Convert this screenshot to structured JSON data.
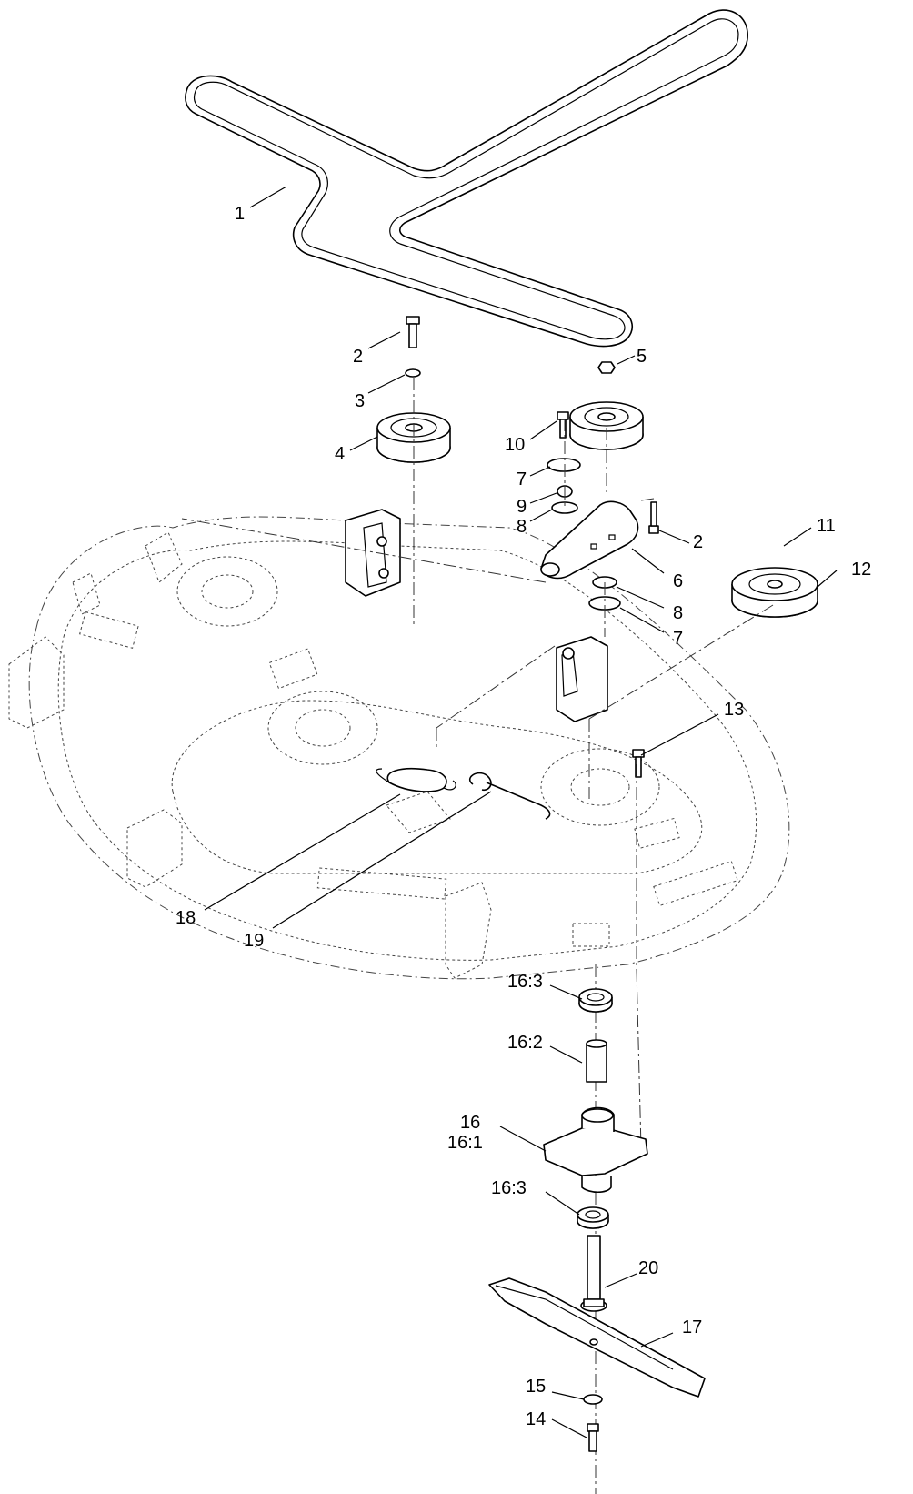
{
  "callouts": [
    {
      "id": "c1",
      "label": "1"
    },
    {
      "id": "c2a",
      "label": "2"
    },
    {
      "id": "c2b",
      "label": "2"
    },
    {
      "id": "c3",
      "label": "3"
    },
    {
      "id": "c4",
      "label": "4"
    },
    {
      "id": "c5",
      "label": "5"
    },
    {
      "id": "c6",
      "label": "6"
    },
    {
      "id": "c7a",
      "label": "7"
    },
    {
      "id": "c7b",
      "label": "7"
    },
    {
      "id": "c8a",
      "label": "8"
    },
    {
      "id": "c8b",
      "label": "8"
    },
    {
      "id": "c9",
      "label": "9"
    },
    {
      "id": "c10",
      "label": "10"
    },
    {
      "id": "c11",
      "label": "11"
    },
    {
      "id": "c12",
      "label": "12"
    },
    {
      "id": "c13",
      "label": "13"
    },
    {
      "id": "c14",
      "label": "14"
    },
    {
      "id": "c15",
      "label": "15"
    },
    {
      "id": "c16",
      "label": "16"
    },
    {
      "id": "c161",
      "label": "16:1"
    },
    {
      "id": "c162",
      "label": "16:2"
    },
    {
      "id": "c163a",
      "label": "16:3"
    },
    {
      "id": "c163b",
      "label": "16:3"
    },
    {
      "id": "c17",
      "label": "17"
    },
    {
      "id": "c18",
      "label": "18"
    },
    {
      "id": "c19",
      "label": "19"
    },
    {
      "id": "c20",
      "label": "20"
    }
  ]
}
